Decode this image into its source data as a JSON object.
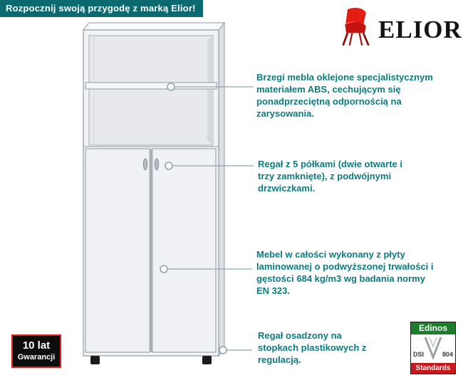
{
  "banner": {
    "text": "Rozpocznij swoją przygodę z marką Elior!"
  },
  "logo": {
    "brand": "ELIOR"
  },
  "callouts": [
    {
      "text": "Brzegi mebla oklejone specjalistycznym materiałem ABS, cechującym się ponadprzeciętną odpornością na zarysowania."
    },
    {
      "text": "Regał z 5 półkami (dwie otwarte i trzy zamknięte), z podwójnymi drzwiczkami."
    },
    {
      "text": "Mebel w całości wykonany z płyty laminowanej o podwyższonej trwałości i gęstości 684 kg/m3 wg badania normy EN 323."
    },
    {
      "text": "Regał osadzony na stopkach plastikowych z regulacją."
    }
  ],
  "warranty_badge": {
    "line1": "10 lat",
    "line2": "Gwarancji"
  },
  "standards_badge": {
    "brand": "Edinos",
    "left_code": "DSI",
    "right_code": "804",
    "footer": "Standards"
  },
  "colors": {
    "banner_bg": "#0a6a70",
    "callout_text": "#0c7b81",
    "chair_red": "#e41e13",
    "warranty_border": "#e01f1f",
    "edinos_green": "#1c7e2d",
    "edinos_red": "#c8191e"
  }
}
